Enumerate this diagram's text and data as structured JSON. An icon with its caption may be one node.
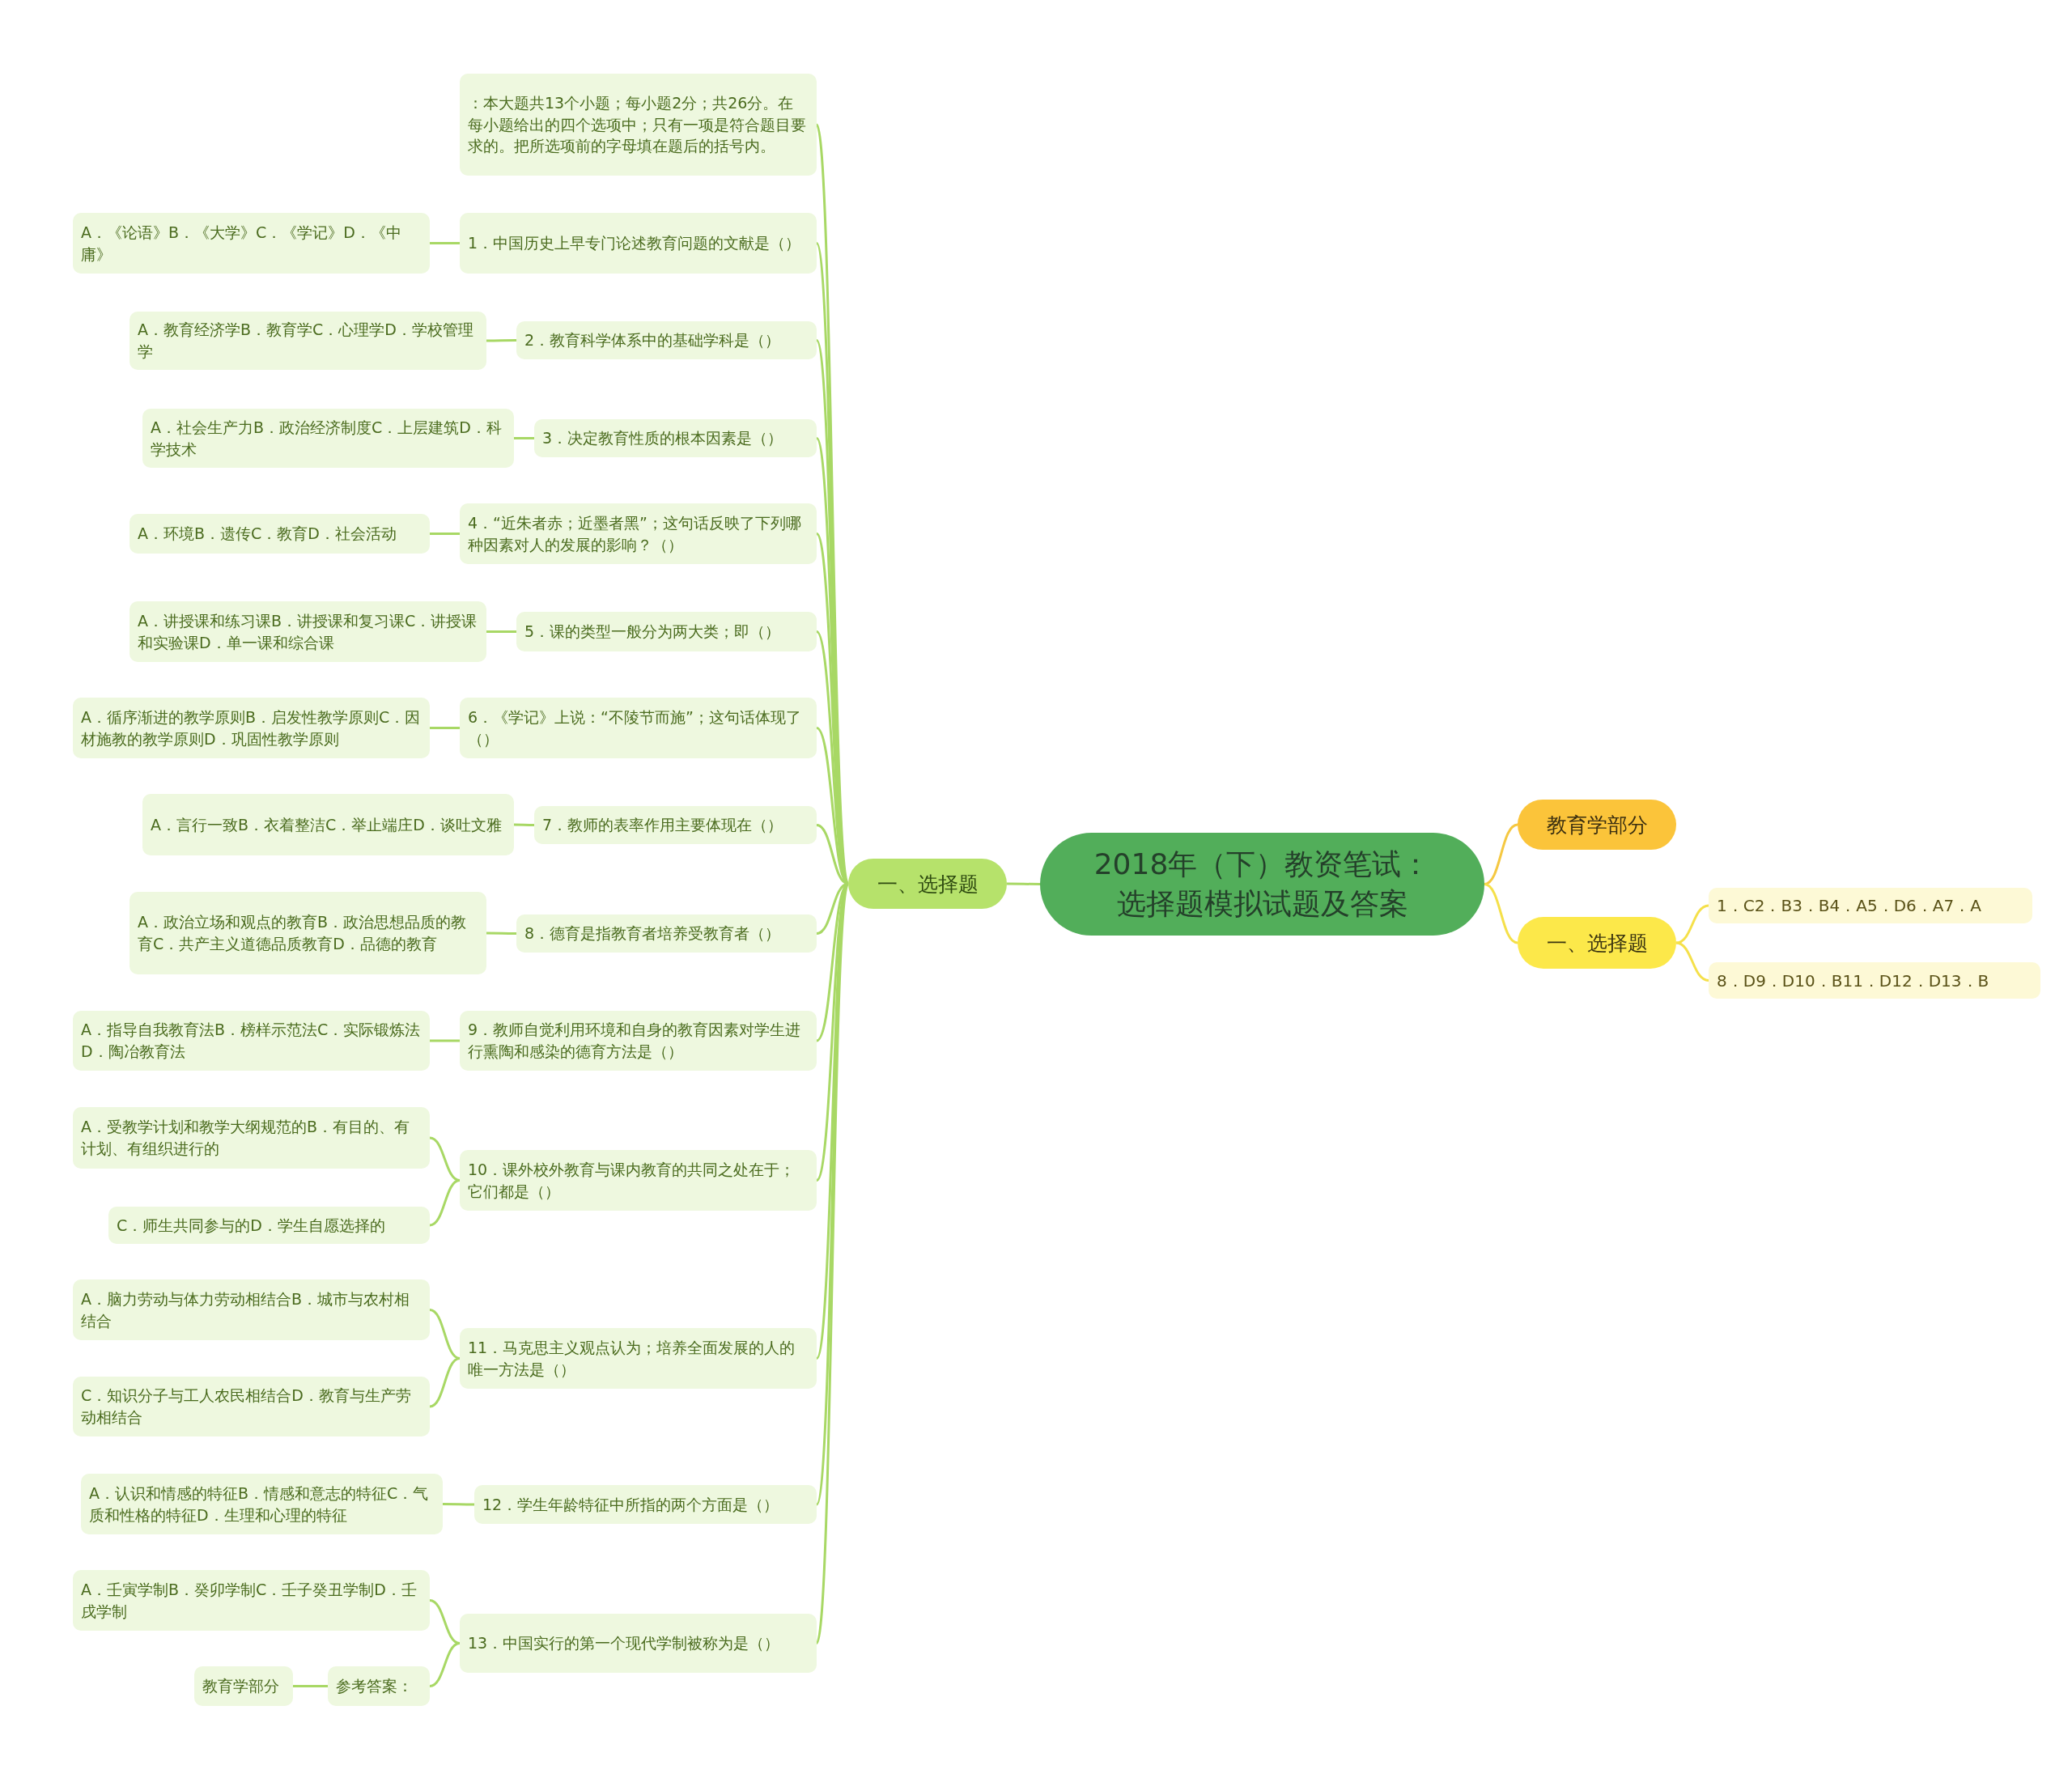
{
  "diagram": {
    "nodes": [
      {
        "text": [
          "2018年（下）教资笔试：选择题模拟试题及答案"
        ]
      },
      {
        "text": [
          "教育学部分"
        ]
      },
      {
        "text": [
          "一、选择题"
        ]
      },
      {
        "text": [
          "1．C2．B3．B4．A5．D6．A7．A"
        ]
      },
      {
        "text": [
          "8．D9．D10．B11．D12．D13．B"
        ]
      },
      {
        "text": [
          "一、选择题"
        ]
      },
      {
        "text": [
          "：本大题共13个小题；每小题2分；共26分。在每小题给出的四个选项中；只有一项是符合题目要求的。把所选项前的字母填在题后的括号内。"
        ]
      },
      {
        "text": [
          "1．中国历史上早专门论述教育问题的文献是（）"
        ]
      },
      {
        "text": [
          "A．《论语》B．《大学》C．《学记》D．《中庸》"
        ]
      },
      {
        "text": [
          "2．教育科学体系中的基础学科是（）"
        ]
      },
      {
        "text": [
          "A．教育经济学B．教育学C．心理学D．学校管理学"
        ]
      },
      {
        "text": [
          "3．决定教育性质的根本因素是（）"
        ]
      },
      {
        "text": [
          "A．社会生产力B．政治经济制度C．上层建筑D．科学技术"
        ]
      },
      {
        "text": [
          "4．“近朱者赤；近墨者黑”；这句话反映了下列哪种因素对人的发展的影响？（）"
        ]
      },
      {
        "text": [
          "A．环境B．遗传C．教育D．社会活动"
        ]
      },
      {
        "text": [
          "5．课的类型一般分为两大类；即（）"
        ]
      },
      {
        "text": [
          "A．讲授课和练习课B．讲授课和复习课C．讲授课和实验课D．单一课和综合课"
        ]
      },
      {
        "text": [
          "6．《学记》上说：“不陵节而施”；这句话体现了（）"
        ]
      },
      {
        "text": [
          "A．循序渐进的教学原则B．启发性教学原则C．因材施教的教学原则D．巩固性教学原则"
        ]
      },
      {
        "text": [
          "7．教师的表率作用主要体现在（）"
        ]
      },
      {
        "text": [
          "A．言行一致B．衣着整洁C．举止端庄D．谈吐文雅"
        ]
      },
      {
        "text": [
          "8．德育是指教育者培养受教育者（）"
        ]
      },
      {
        "text": [
          "A．政治立场和观点的教育B．政治思想品质的教育C．共产主义道德品质教育D．品德的教育"
        ]
      },
      {
        "text": [
          "9．教师自觉利用环境和自身的教育因素对学生进行熏陶和感染的德育方法是（）"
        ]
      },
      {
        "text": [
          "A．指导自我教育法B．榜样示范法C．实际锻炼法D．陶冶教育法"
        ]
      },
      {
        "text": [
          "10．课外校外教育与课内教育的共同之处在于；它们都是（）"
        ]
      },
      {
        "text": [
          "A．受教学计划和教学大纲规范的B．有目的、有计划、有组织进行的"
        ]
      },
      {
        "text": [
          "C．师生共同参与的D．学生自愿选择的"
        ]
      },
      {
        "text": [
          "11．马克思主义观点认为；培养全面发展的人的唯一方法是（）"
        ]
      },
      {
        "text": [
          "A．脑力劳动与体力劳动相结合B．城市与农村相结合"
        ]
      },
      {
        "text": [
          "C．知识分子与工人农民相结合D．教育与生产劳动相结合"
        ]
      },
      {
        "text": [
          "12．学生年龄特征中所指的两个方面是（）"
        ]
      },
      {
        "text": [
          "A．认识和情感的特征B．情感和意志的特征C．气质和性格的特征D．生理和心理的特征"
        ]
      },
      {
        "text": [
          "13．中国实行的第一个现代学制被称为是（）"
        ]
      },
      {
        "text": [
          "A．壬寅学制B．癸卯学制C．壬子癸丑学制D．壬戌学制"
        ]
      },
      {
        "text": [
          "参考答案："
        ]
      },
      {
        "text": [
          "教育学部分"
        ]
      }
    ],
    "edges": [
      {
        "from": 0,
        "to": 1,
        "arrow": "none",
        "color": "#f5c842"
      },
      {
        "from": 0,
        "to": 2,
        "arrow": "none",
        "color": "#f5e04a"
      },
      {
        "from": 2,
        "to": 3,
        "arrow": "none",
        "color": "#f5e04a"
      },
      {
        "from": 2,
        "to": 4,
        "arrow": "none",
        "color": "#f5e04a"
      },
      {
        "from": 0,
        "to": 5,
        "arrow": "none"
      },
      {
        "from": 5,
        "to": 6,
        "arrow": "none"
      },
      {
        "from": 5,
        "to": 7,
        "arrow": "none"
      },
      {
        "from": 7,
        "to": 8,
        "arrow": "none"
      },
      {
        "from": 5,
        "to": 9,
        "arrow": "none"
      },
      {
        "from": 9,
        "to": 10,
        "arrow": "none"
      },
      {
        "from": 5,
        "to": 11,
        "arrow": "none"
      },
      {
        "from": 11,
        "to": 12,
        "arrow": "none"
      },
      {
        "from": 5,
        "to": 13,
        "arrow": "none"
      },
      {
        "from": 13,
        "to": 14,
        "arrow": "none"
      },
      {
        "from": 5,
        "to": 15,
        "arrow": "none"
      },
      {
        "from": 15,
        "to": 16,
        "arrow": "none"
      },
      {
        "from": 5,
        "to": 17,
        "arrow": "none"
      },
      {
        "from": 17,
        "to": 18,
        "arrow": "none"
      },
      {
        "from": 5,
        "to": 19,
        "arrow": "none"
      },
      {
        "from": 19,
        "to": 20,
        "arrow": "none"
      },
      {
        "from": 5,
        "to": 21,
        "arrow": "none"
      },
      {
        "from": 21,
        "to": 22,
        "arrow": "none"
      },
      {
        "from": 5,
        "to": 23,
        "arrow": "none"
      },
      {
        "from": 23,
        "to": 24,
        "arrow": "none"
      },
      {
        "from": 5,
        "to": 25,
        "arrow": "none"
      },
      {
        "from": 25,
        "to": 26,
        "arrow": "none"
      },
      {
        "from": 25,
        "to": 27,
        "arrow": "none"
      },
      {
        "from": 5,
        "to": 28,
        "arrow": "none"
      },
      {
        "from": 28,
        "to": 29,
        "arrow": "none"
      },
      {
        "from": 28,
        "to": 30,
        "arrow": "none"
      },
      {
        "from": 5,
        "to": 31,
        "arrow": "none"
      },
      {
        "from": 31,
        "to": 32,
        "arrow": "none"
      },
      {
        "from": 5,
        "to": 33,
        "arrow": "none"
      },
      {
        "from": 33,
        "to": 34,
        "arrow": "none"
      },
      {
        "from": 33,
        "to": 35,
        "arrow": "none"
      },
      {
        "from": 35,
        "to": 36,
        "arrow": "none"
      }
    ]
  }
}
